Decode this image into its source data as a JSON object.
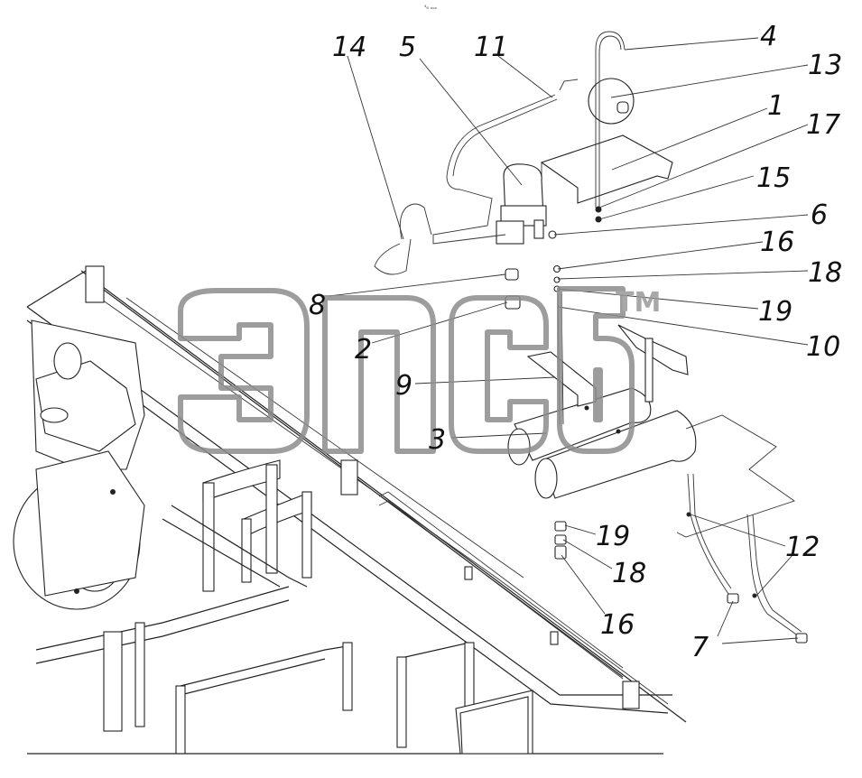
{
  "header": {
    "mark": "⁴₆ ₒₒₒ"
  },
  "watermark": {
    "logo": "эпсб",
    "tm": "TM",
    "color": "#8c8c8c"
  },
  "callouts": [
    {
      "id": "c14",
      "label": "14"
    },
    {
      "id": "c5",
      "label": "5"
    },
    {
      "id": "c11",
      "label": "11"
    },
    {
      "id": "c4",
      "label": "4"
    },
    {
      "id": "c13",
      "label": "13"
    },
    {
      "id": "c1",
      "label": "1"
    },
    {
      "id": "c17",
      "label": "17"
    },
    {
      "id": "c15",
      "label": "15"
    },
    {
      "id": "c6",
      "label": "6"
    },
    {
      "id": "c16a",
      "label": "16"
    },
    {
      "id": "c18a",
      "label": "18"
    },
    {
      "id": "c19a",
      "label": "19"
    },
    {
      "id": "c10",
      "label": "10"
    },
    {
      "id": "c8",
      "label": "8"
    },
    {
      "id": "c2",
      "label": "2"
    },
    {
      "id": "c9",
      "label": "9"
    },
    {
      "id": "c3",
      "label": "3"
    },
    {
      "id": "c19b",
      "label": "19"
    },
    {
      "id": "c18b",
      "label": "18"
    },
    {
      "id": "c16b",
      "label": "16"
    },
    {
      "id": "c12",
      "label": "12"
    },
    {
      "id": "c7",
      "label": "7"
    }
  ]
}
